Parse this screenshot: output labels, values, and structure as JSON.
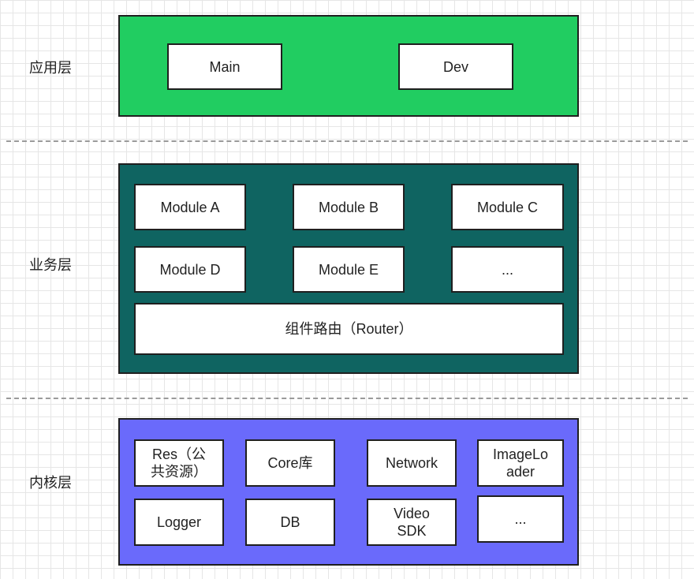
{
  "layers": {
    "app": {
      "label": "应用层",
      "color": "#21cd61",
      "modules": [
        "Main",
        "Dev"
      ]
    },
    "business": {
      "label": "业务层",
      "color": "#0f6461",
      "modules": [
        "Module A",
        "Module B",
        "Module C",
        "Module D",
        "Module E",
        "..."
      ],
      "router": "组件路由（Router）"
    },
    "core": {
      "label": "内核层",
      "color": "#6a6afb",
      "modules": [
        "Res（公\n共资源）",
        "Core库",
        "Network",
        "ImageLo\nader",
        "Logger",
        "DB",
        "Video\nSDK",
        "..."
      ]
    }
  }
}
